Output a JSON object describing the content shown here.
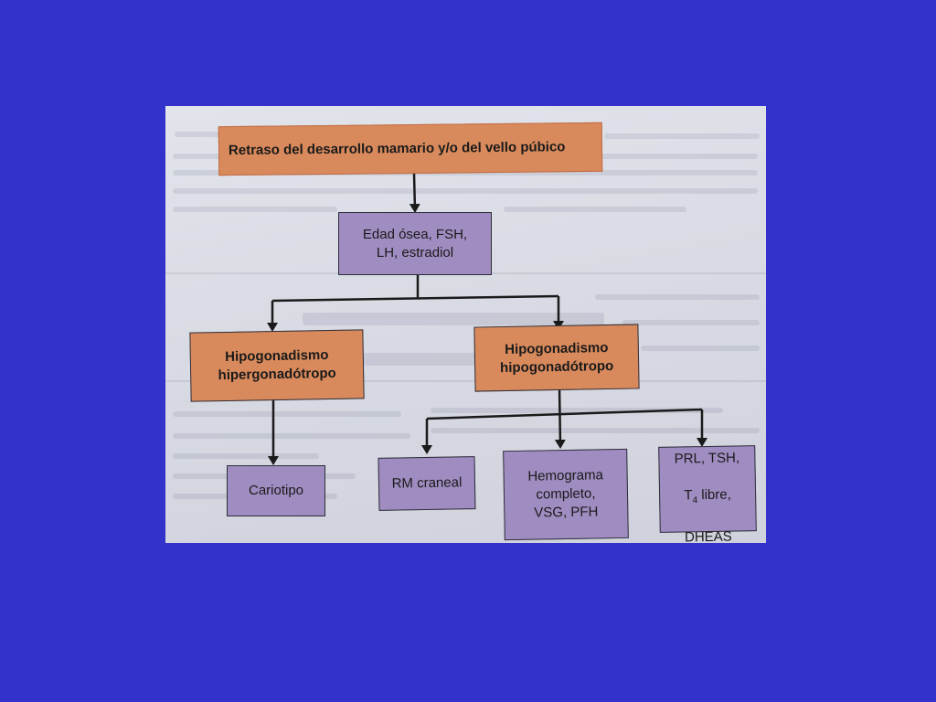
{
  "diagram": {
    "root": {
      "label": "Retraso del desarrollo mamario y/o del vello púbico"
    },
    "step1": {
      "label": "Edad ósea, FSH,\nLH, estradiol"
    },
    "branch_hyper": {
      "label": "Hipogonadismo\nhipergonadótropo"
    },
    "branch_hypo": {
      "label": "Hipogonadismo\nhipogonadótropo"
    },
    "tests": {
      "cariotipo": {
        "label": "Cariotipo"
      },
      "rm": {
        "label": "RM craneal"
      },
      "hemograma": {
        "label": "Hemograma\ncompleto,\nVSG, PFH"
      },
      "hormonas": {
        "line1": "PRL, TSH,",
        "t": "T",
        "sub": "4",
        "rest": " libre,",
        "line3": "DHEAS"
      }
    }
  },
  "colors": {
    "background": "#3333cc",
    "orange_box": "#d98a5c",
    "purple_box": "#9f8cc0",
    "arrow": "#1a1a1a"
  }
}
